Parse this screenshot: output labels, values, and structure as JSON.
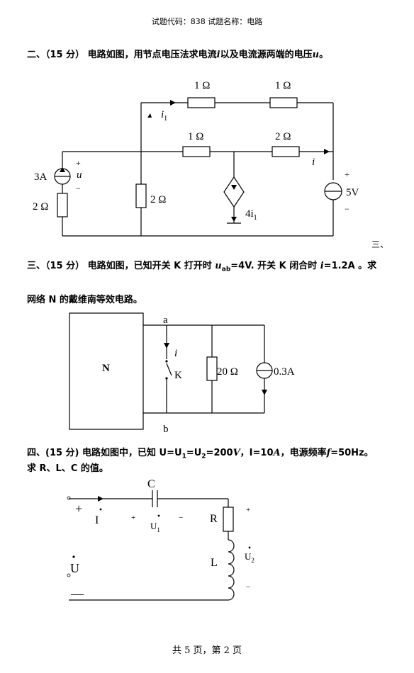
{
  "header": "试题代码：838 试题名称：电路",
  "q2": {
    "prefix": "二、（15 分）  电路如图，用节点电压法求电流",
    "var_i": "i",
    "mid": "以及电流源两端的电压",
    "var_u": "u",
    "end": "。",
    "fig": {
      "r_top_left": "1 Ω",
      "r_top_right": "1 Ω",
      "r_mid_left": "1 Ω",
      "r_mid_right": "2 Ω",
      "r_left": "2 Ω",
      "r_vert": "2 Ω",
      "src_current": "3A",
      "src_voltage": "5V",
      "dep_source": "4i",
      "dep_sub": "1",
      "i1": "i",
      "i1_sub": "1",
      "i": "i",
      "u": "u",
      "plus": "+",
      "minus": "−"
    }
  },
  "side_note": "三、",
  "q3": {
    "line1_prefix": "三、（15 分）  电路如图，已知开关 K 打开时 ",
    "u_var": "u",
    "u_sub": "ab",
    "line1_mid": "=4V. 开关 K 闭合时 ",
    "i_var": "i",
    "line1_end": "=1.2A 。求",
    "line2": "网络 N 的戴维南等效电路。",
    "fig": {
      "network": "N",
      "node_a": "a",
      "node_b": "b",
      "switch": "K",
      "current": "i",
      "resistor": "20 Ω",
      "source": "0.3A"
    }
  },
  "q4": {
    "line1_prefix": "四、(15 分) 电路如图中，已知 U=U",
    "sub1": "1",
    "eq2": "=U",
    "sub2": "2",
    "line1_mid": "=200",
    "unit_v": "V",
    "line1_mid2": "，I=10",
    "unit_a": "A",
    "line1_mid3": "，电源频率",
    "f_var": "f",
    "line1_end": "=50Hz。",
    "line2": "求 R、L、C 的值。",
    "fig": {
      "C": "C",
      "R": "R",
      "L": "L",
      "I": "I",
      "U": "U",
      "U1": "U",
      "U1_sub": "1",
      "U2": "U",
      "U2_sub": "2",
      "plus": "+",
      "minus": "−",
      "minus_long": "—"
    }
  },
  "footer": "共 5 页，第 2 页"
}
